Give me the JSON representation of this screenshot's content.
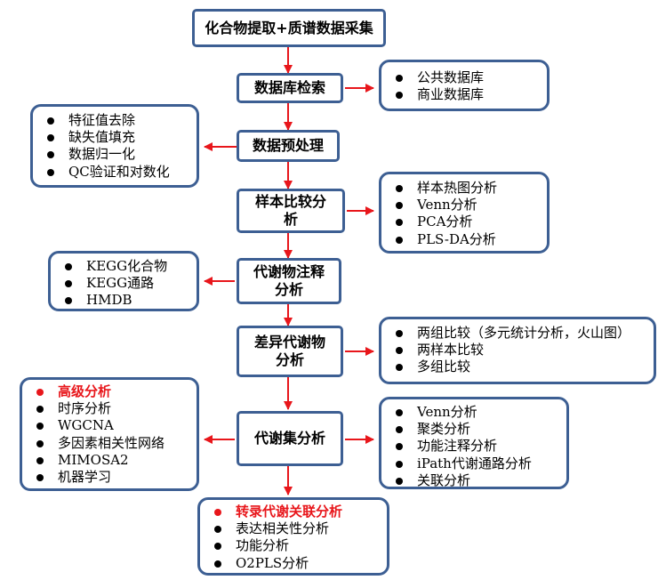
{
  "steps": {
    "collect": "化合物提取+质谱数据采集",
    "db_search": "数据库检索",
    "preprocess": "数据预处理",
    "sample_compare": "样本比较分析",
    "annotation": "代谢物注释分析",
    "diff_metabolite": "差异代谢物分析",
    "metabolite_set": "代谢集分析"
  },
  "notes": {
    "databases": [
      "公共数据库",
      "商业数据库"
    ],
    "preprocess_items": [
      "特征值去除",
      "缺失值填充",
      "数据归一化",
      "QC验证和对数化"
    ],
    "sample_items": [
      "样本热图分析",
      "Venn分析",
      "PCA分析",
      "PLS-DA分析"
    ],
    "annotation_items": [
      "KEGG化合物",
      "KEGG通路",
      "HMDB"
    ],
    "diff_items": [
      "两组比较（多元统计分析，火山图）",
      "两样本比较",
      "多组比较"
    ],
    "advanced_items": [
      "高级分析",
      "时序分析",
      "WGCNA",
      "多因素相关性网络",
      "MIMOSA2",
      "机器学习"
    ],
    "set_items": [
      "Venn分析",
      "聚类分析",
      "功能注释分析",
      "iPath代谢通路分析",
      "关联分析"
    ],
    "transcript_items": [
      "转录代谢关联分析",
      "表达相关性分析",
      "功能分析",
      "O2PLS分析"
    ]
  },
  "colors": {
    "border": "#3d5f93",
    "arrow": "#e8161b",
    "text": "#000000",
    "highlight": "#e8161b"
  }
}
